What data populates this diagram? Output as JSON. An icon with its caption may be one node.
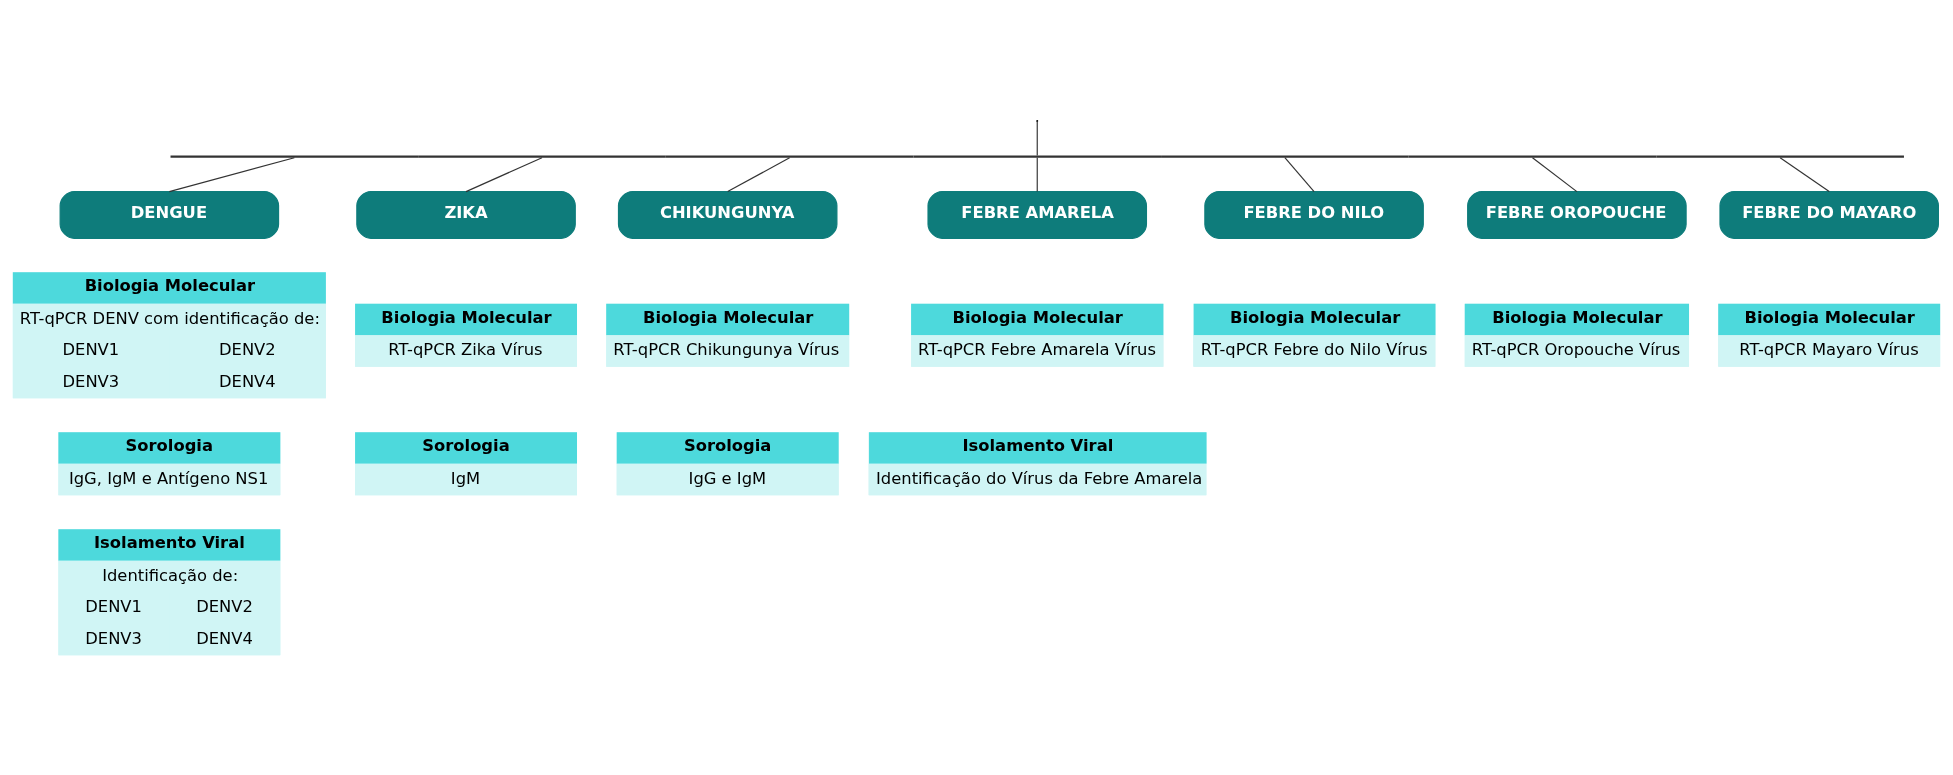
{
  "diagram": {
    "nodes": [
      {
        "text": [],
        "shape": "bar"
      },
      {
        "text": [
          "DENGUE"
        ]
      },
      {
        "text": [
          "Biologia Molecular",
          "RT-qPCR DENV com identificação de:",
          "DENV1",
          "DENV2",
          "DENV3",
          "DENV4"
        ]
      },
      {
        "text": [
          "Sorologia",
          "IgG, IgM e Antígeno NS1"
        ]
      },
      {
        "text": [
          "Isolamento Viral",
          "Identificação de:",
          "DENV1",
          "DENV2",
          "DENV3",
          "DENV4"
        ]
      },
      {
        "text": [
          "ZIKA"
        ]
      },
      {
        "text": [
          "Biologia Molecular",
          "RT-qPCR Zika Vírus"
        ]
      },
      {
        "text": [
          "Sorologia",
          "IgM"
        ]
      },
      {
        "text": [
          "CHIKUNGUNYA"
        ]
      },
      {
        "text": [
          "Biologia Molecular",
          "RT-qPCR Chikungunya Vírus"
        ]
      },
      {
        "text": [
          "Sorologia",
          "IgG e IgM"
        ]
      },
      {
        "text": [
          "FEBRE AMARELA"
        ]
      },
      {
        "text": [
          "Biologia Molecular",
          "RT-qPCR Febre Amarela Vírus"
        ]
      },
      {
        "text": [
          "Isolamento Viral",
          "Identificação do Vírus da Febre Amarela"
        ]
      },
      {
        "text": [
          "FEBRE DO NILO"
        ]
      },
      {
        "text": [
          "Biologia Molecular",
          "RT-qPCR Febre do Nilo Vírus"
        ]
      },
      {
        "text": [
          "FEBRE OROPOUCHE"
        ]
      },
      {
        "text": [
          "Biologia Molecular",
          "RT-qPCR Oropouche Vírus"
        ]
      },
      {
        "text": [
          "FEBRE DO MAYARO"
        ]
      },
      {
        "text": [
          "Biologia Molecular",
          "RT-qPCR Mayaro Vírus"
        ]
      }
    ],
    "edges": [
      {
        "from": null,
        "to": 0,
        "arrow": "none"
      },
      {
        "from": 0,
        "to": 1,
        "arrow": "none"
      },
      {
        "from": 0,
        "to": 5,
        "arrow": "none"
      },
      {
        "from": 0,
        "to": 8,
        "arrow": "none"
      },
      {
        "from": 0,
        "to": 11,
        "arrow": "none"
      },
      {
        "from": 0,
        "to": 14,
        "arrow": "none"
      },
      {
        "from": 0,
        "to": 16,
        "arrow": "none"
      },
      {
        "from": 0,
        "to": 18,
        "arrow": "none"
      }
    ]
  }
}
